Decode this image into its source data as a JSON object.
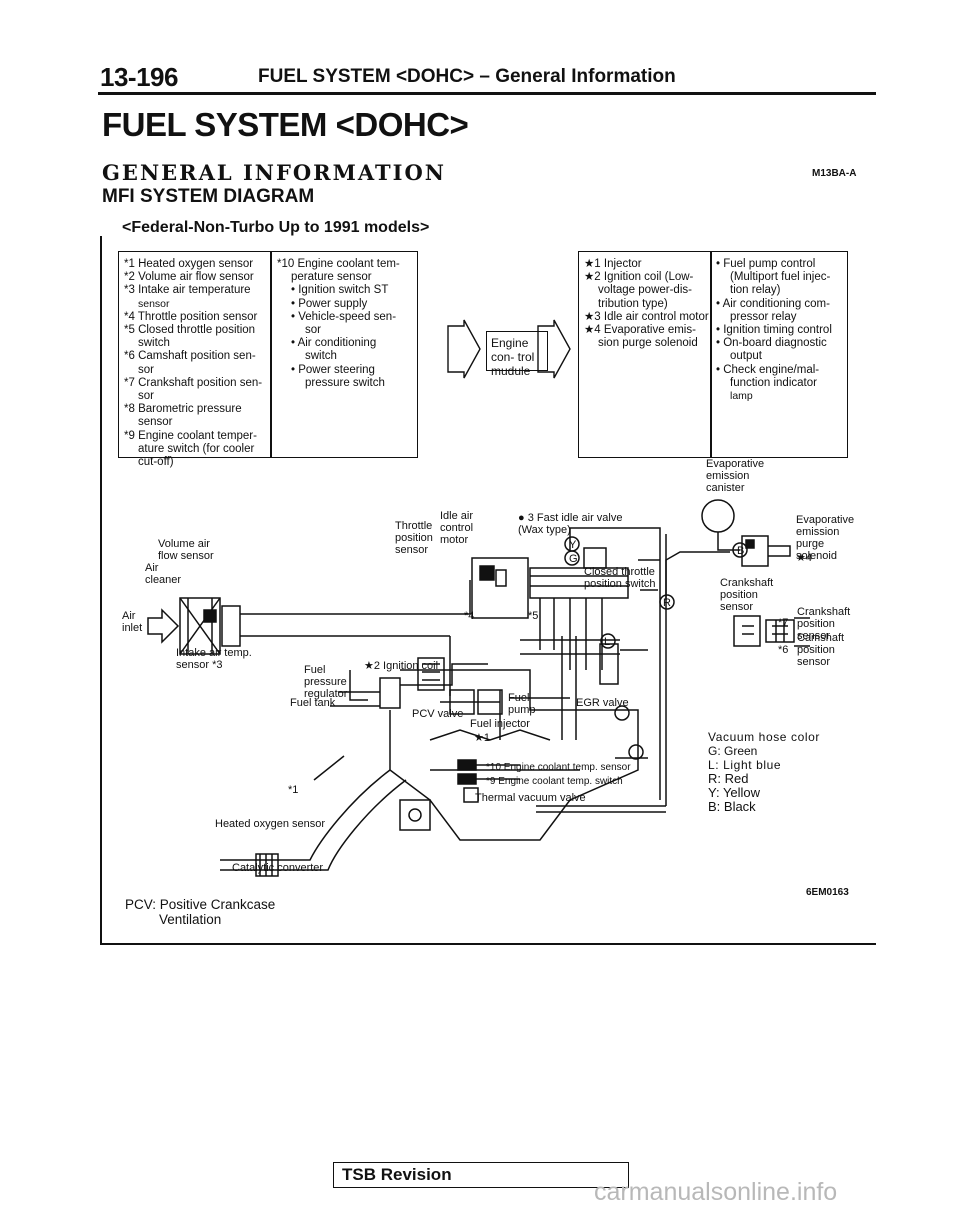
{
  "header": {
    "page_number": "13-196",
    "section_title": "FUEL SYSTEM <DOHC> – General Information"
  },
  "title": "FUEL SYSTEM <DOHC>",
  "subtitle": "GENERAL INFORMATION",
  "code": "M13BA-A",
  "section": "MFI SYSTEM DIAGRAM",
  "model": "<Federal-Non-Turbo Up to 1991 models>",
  "sensors_col1": [
    "*1 Heated oxygen sensor",
    "*2 Volume air flow sensor",
    "*3 Intake air temperature",
    "sensor",
    "*4 Throttle position sensor",
    "*5 Closed throttle position",
    "switch",
    "*6 Camshaft position sen-",
    "sor",
    "*7 Crankshaft position sen-",
    "sor",
    "*8 Barometric pressure",
    "sensor",
    "*9 Engine coolant temper-",
    "ature switch (for cooler",
    "cut-off)"
  ],
  "sensors_col2": [
    "*10 Engine coolant tem-",
    "perature sensor",
    "• Ignition switch ST",
    "• Power supply",
    "• Vehicle-speed sen-",
    "sor",
    "• Air conditioning",
    "switch",
    "• Power steering",
    "pressure switch"
  ],
  "engine_module": "Engine con- trol mudule",
  "actuators": [
    "★1 Injector",
    "★2 Ignition coil (Low-",
    "voltage power-dis-",
    "tribution type)",
    "★3 Idle air control motor",
    "★4 Evaporative emis-",
    "sion purge solenoid"
  ],
  "outputs": [
    "• Fuel pump control",
    "(Multiport fuel injec-",
    "tion relay)",
    "• Air conditioning com-",
    "pressor relay",
    "• Ignition timing control",
    "• On-board diagnostic",
    "output",
    "• Check engine/mal-",
    "function indicator",
    "lamp"
  ],
  "diagram_labels": {
    "evap_canister": "Evaporative emission canister",
    "idle_air": "Idle air control motor",
    "fast_idle": "● 3 Fast idle air valve (Wax type)",
    "tps": "Throttle position sensor",
    "vaf": "Volume air flow sensor",
    "air_cleaner": "Air cleaner",
    "air_inlet": "Air inlet",
    "intake_temp": "Intake air temp. sensor *3",
    "closed_throttle": "Closed throttle position switch",
    "evap_solenoid": "Evaporative emission purge solenoid",
    "star4": "★4",
    "crank_sensor_left": "Crankshaft position sensor",
    "crank_sensor_right": "Crankshaft position sensor",
    "cam_sensor": "Camshaft position sensor",
    "s7": "*7",
    "s6": "*6",
    "ign_coil": "★2 Ignition coil",
    "fuel_reg": "Fuel pressure regulator",
    "fuel_tank": "Fuel tank",
    "fuel_pump": "Fuel pump",
    "pcv_valve": "PCV valve",
    "egr_valve": "EGR valve",
    "fuel_injector": "Fuel injector",
    "star1": "★1",
    "s4": "*4",
    "s5": "*5",
    "coolant10": "*10 Engine coolant temp. sensor",
    "coolant9": "*9 Engine coolant temp. switch",
    "thermal": "Thermal vacuum valve",
    "s1": "*1",
    "heated_o2": "Heated oxygen sensor",
    "catalytic": "Catalytic converter",
    "tag_y": "Y",
    "tag_g": "G",
    "tag_b": "B",
    "tag_r": "R",
    "tag_l": "L"
  },
  "legend": {
    "title": "Vacuum hose color",
    "items": [
      "G: Green",
      "L: Light blue",
      "R: Red",
      "Y: Yellow",
      "B: Black"
    ]
  },
  "pcv_note": [
    "PCV: Positive Crankcase",
    "Ventilation"
  ],
  "figure_code": "6EM0163",
  "tsb": "TSB Revision",
  "watermark": "carmanualsonline.info"
}
